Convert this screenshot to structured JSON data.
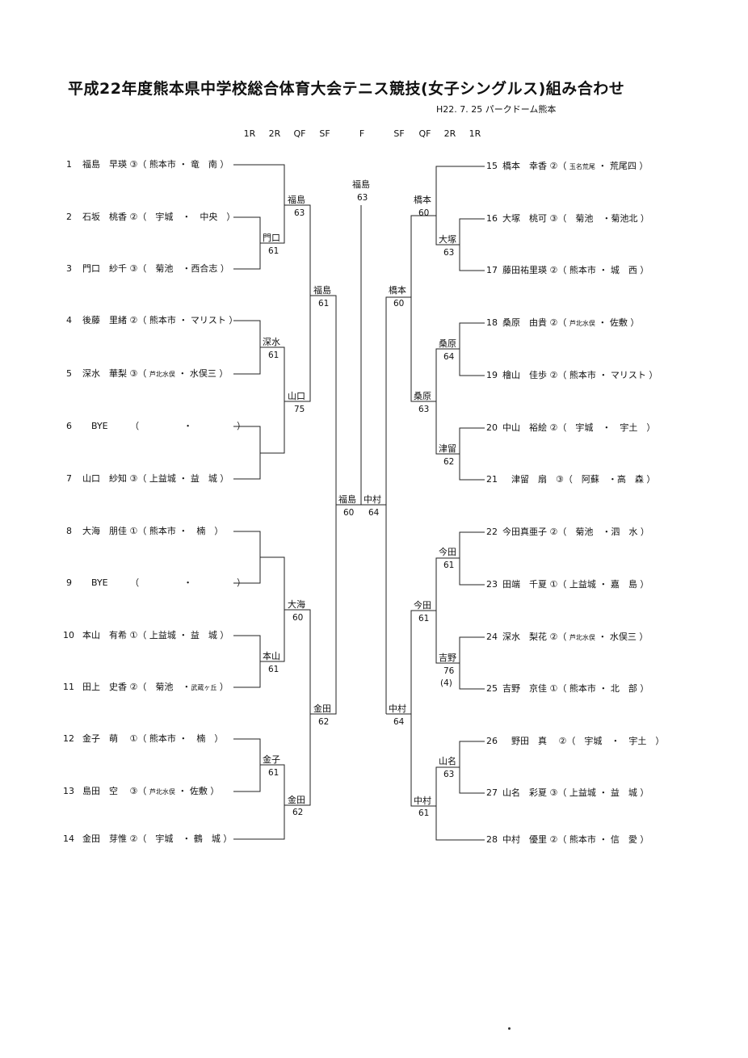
{
  "title": "平成22年度熊本県中学校総合体育大会テニス競技(女子シングルス)組み合わせ",
  "subtitle": "H22. 7. 25  パークドーム熊本",
  "rounds_left": [
    "1R",
    "2R",
    "QF",
    "SF"
  ],
  "round_final": "F",
  "rounds_right": [
    "SF",
    "QF",
    "2R",
    "1R"
  ],
  "left_players": [
    {
      "no": "1",
      "name": "福島　早瑛",
      "grade": "③",
      "region": "熊本市",
      "school": "竜　南"
    },
    {
      "no": "2",
      "name": "石坂　桃香",
      "grade": "②",
      "region": "宇城",
      "school": "中央"
    },
    {
      "no": "3",
      "name": "門口　紗千",
      "grade": "③",
      "region": "菊池",
      "school": "西合志"
    },
    {
      "no": "4",
      "name": "後藤　里緒",
      "grade": "②",
      "region": "熊本市",
      "school": "マリスト"
    },
    {
      "no": "5",
      "name": "深水　華梨",
      "grade": "③",
      "region": "芦北水俣",
      "school": "水俣三"
    },
    {
      "no": "6",
      "name": "BYE",
      "grade": "",
      "region": "",
      "school": ""
    },
    {
      "no": "7",
      "name": "山口　紗知",
      "grade": "③",
      "region": "上益城",
      "school": "益　城"
    },
    {
      "no": "8",
      "name": "大海　朋佳",
      "grade": "①",
      "region": "熊本市",
      "school": "楠"
    },
    {
      "no": "9",
      "name": "BYE",
      "grade": "",
      "region": "",
      "school": ""
    },
    {
      "no": "10",
      "name": "本山　有希",
      "grade": "①",
      "region": "上益城",
      "school": "益　城"
    },
    {
      "no": "11",
      "name": "田上　史香",
      "grade": "②",
      "region": "菊池",
      "school": "武蔵ヶ丘"
    },
    {
      "no": "12",
      "name": "金子　萌",
      "grade": "①",
      "region": "熊本市",
      "school": "楠"
    },
    {
      "no": "13",
      "name": "島田　空",
      "grade": "③",
      "region": "芦北水俣",
      "school": "佐敷"
    },
    {
      "no": "14",
      "name": "金田　芽惟",
      "grade": "②",
      "region": "宇城",
      "school": "鶴　城"
    }
  ],
  "right_players": [
    {
      "no": "15",
      "name": "橋本　幸香",
      "grade": "②",
      "region": "玉名荒尾",
      "school": "荒尾四"
    },
    {
      "no": "16",
      "name": "大塚　桃可",
      "grade": "③",
      "region": "菊池",
      "school": "菊池北"
    },
    {
      "no": "17",
      "name": "藤田祐里瑛",
      "grade": "②",
      "region": "熊本市",
      "school": "城　西"
    },
    {
      "no": "18",
      "name": "桑原　由貴",
      "grade": "②",
      "region": "芦北水俣",
      "school": "佐敷"
    },
    {
      "no": "19",
      "name": "檜山　佳歩",
      "grade": "②",
      "region": "熊本市",
      "school": "マリスト"
    },
    {
      "no": "20",
      "name": "中山　裕絵",
      "grade": "②",
      "region": "宇城",
      "school": "宇土"
    },
    {
      "no": "21",
      "name": "津留　扇",
      "grade": "③",
      "region": "阿蘇",
      "school": "高　森"
    },
    {
      "no": "22",
      "name": "今田真亜子",
      "grade": "②",
      "region": "菊池",
      "school": "泗　水"
    },
    {
      "no": "23",
      "name": "田端　千夏",
      "grade": "①",
      "region": "上益城",
      "school": "嘉　島"
    },
    {
      "no": "24",
      "name": "深水　梨花",
      "grade": "②",
      "region": "芦北水俣",
      "school": "水俣三"
    },
    {
      "no": "25",
      "name": "吉野　京佳",
      "grade": "①",
      "region": "熊本市",
      "school": "北　部"
    },
    {
      "no": "26",
      "name": "野田　真",
      "grade": "②",
      "region": "宇城",
      "school": "宇土"
    },
    {
      "no": "27",
      "name": "山名　彩夏",
      "grade": "③",
      "region": "上益城",
      "school": "益　城"
    },
    {
      "no": "28",
      "name": "中村　優里",
      "grade": "②",
      "region": "熊本市",
      "school": "信　愛"
    }
  ],
  "results": {
    "l_r1_23": {
      "winner": "門口",
      "score": "61"
    },
    "l_r1_45": {
      "winner": "深水",
      "score": "61"
    },
    "l_r1_1011": {
      "winner": "本山",
      "score": "61"
    },
    "l_r1_1213": {
      "winner": "金子",
      "score": "61"
    },
    "l_r2_1": {
      "winner": "福島",
      "score": "63"
    },
    "l_r2_2": {
      "winner": "山口",
      "score": "75"
    },
    "l_r2_3": {
      "winner": "大海",
      "score": "60"
    },
    "l_r2_4": {
      "winner": "金田",
      "score": "62"
    },
    "l_qf_1": {
      "winner": "福島",
      "score": "61"
    },
    "l_qf_2": {
      "winner": "金田",
      "score": "62"
    },
    "l_sf": {
      "winner": "福島",
      "score": "60"
    },
    "r_r1_1617": {
      "winner": "大塚",
      "score": "63"
    },
    "r_r1_1819": {
      "winner": "桑原",
      "score": "64"
    },
    "r_r1_2021": {
      "winner": "津留",
      "score": "62"
    },
    "r_r1_2223": {
      "winner": "今田",
      "score": "61"
    },
    "r_r1_2425": {
      "winner": "吉野",
      "score": "76",
      "extra": "(4)"
    },
    "r_r1_2627": {
      "winner": "山名",
      "score": "63"
    },
    "r_r2_1": {
      "winner": "橋本",
      "score": "60"
    },
    "r_r2_2": {
      "winner": "桑原",
      "score": "63"
    },
    "r_r2_3": {
      "winner": "今田",
      "score": "61"
    },
    "r_r2_4": {
      "winner": "中村",
      "score": "61"
    },
    "r_qf_1": {
      "winner": "橋本",
      "score": "60"
    },
    "r_qf_2": {
      "winner": "中村",
      "score": "64"
    },
    "r_sf": {
      "winner": "中村",
      "score": "64"
    },
    "final": {
      "winner": "福島",
      "score": "63"
    }
  }
}
